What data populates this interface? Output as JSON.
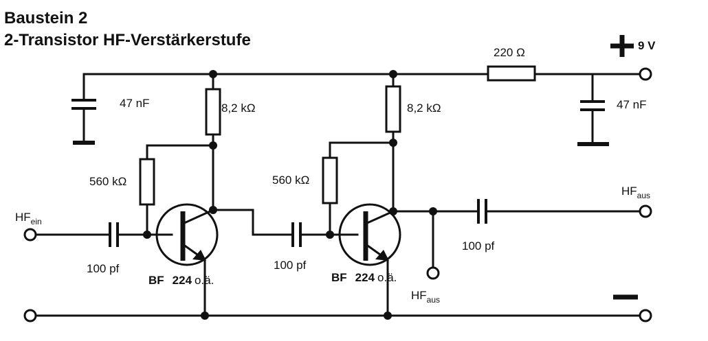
{
  "title": {
    "line1": "Baustein 2",
    "line2": "2-Transistor  HF-Verstärkerstufe"
  },
  "components": {
    "r_top": "220 Ω",
    "supply_label": "9  V",
    "c_in_filter": "47 nF",
    "c_out_filter": "47 nF",
    "r_coll_1": "8,2 kΩ",
    "r_coll_2": "8,2 kΩ",
    "r_base_1": "560 kΩ",
    "r_base_2": "560 kΩ",
    "c_in": "100 pf",
    "c_mid": "100 pf",
    "c_out": "100 pf",
    "t1": {
      "type": "BF",
      "number": "224",
      "suffix": "o.ä."
    },
    "t2": {
      "type": "BF",
      "number": "224",
      "suffix": "o.ä."
    }
  },
  "terminals": {
    "hf_in": {
      "main": "HF",
      "sub": "ein"
    },
    "hf_out_right": {
      "main": "HF",
      "sub": "aus"
    },
    "hf_out_bottom": {
      "main": "HF",
      "sub": "aus"
    }
  },
  "symbols": {
    "plus": "plus-sign",
    "minus": "minus-sign"
  }
}
